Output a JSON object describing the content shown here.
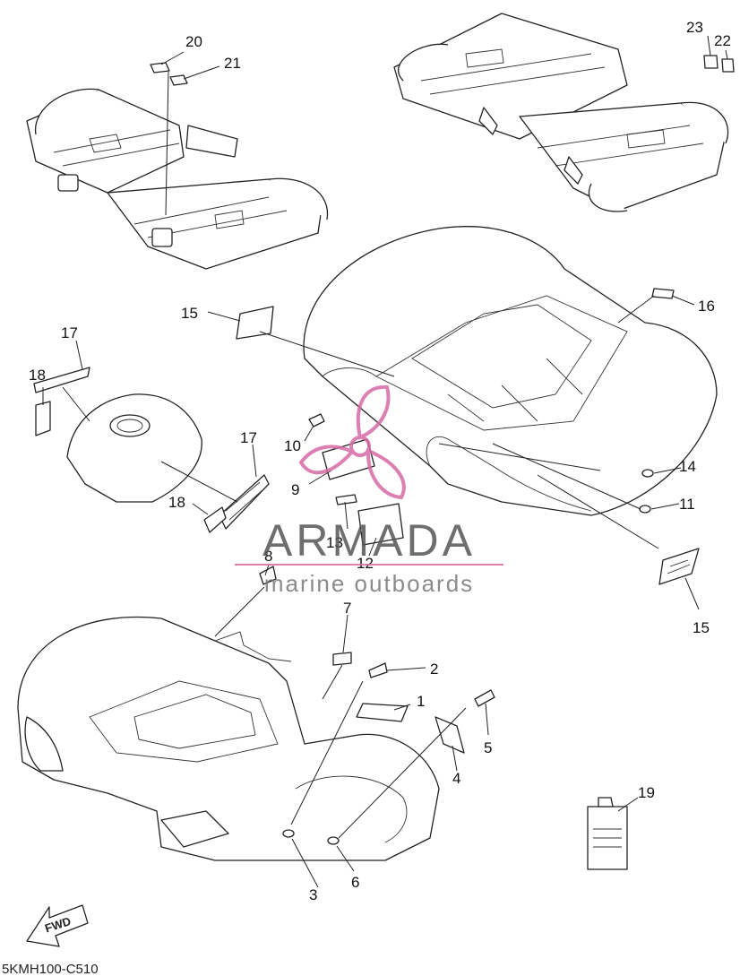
{
  "callouts": {
    "c1": "1",
    "c2": "2",
    "c3": "3",
    "c4": "4",
    "c5": "5",
    "c6": "6",
    "c7": "7",
    "c8": "8",
    "c9": "9",
    "c10": "10",
    "c11": "11",
    "c12": "12",
    "c13": "13",
    "c14": "14",
    "c15a": "15",
    "c15b": "15",
    "c16": "16",
    "c17a": "17",
    "c17b": "17",
    "c18a": "18",
    "c18b": "18",
    "c19": "19",
    "c20": "20",
    "c21": "21",
    "c22": "22",
    "c23": "23"
  },
  "watermark": {
    "brand": "ARMADA",
    "tagline": "marine outboards"
  },
  "fwd_label": "FWD",
  "drawing_code": "5KMH100-C510",
  "colors": {
    "watermark": "#d66aa6",
    "line": "#222222"
  }
}
